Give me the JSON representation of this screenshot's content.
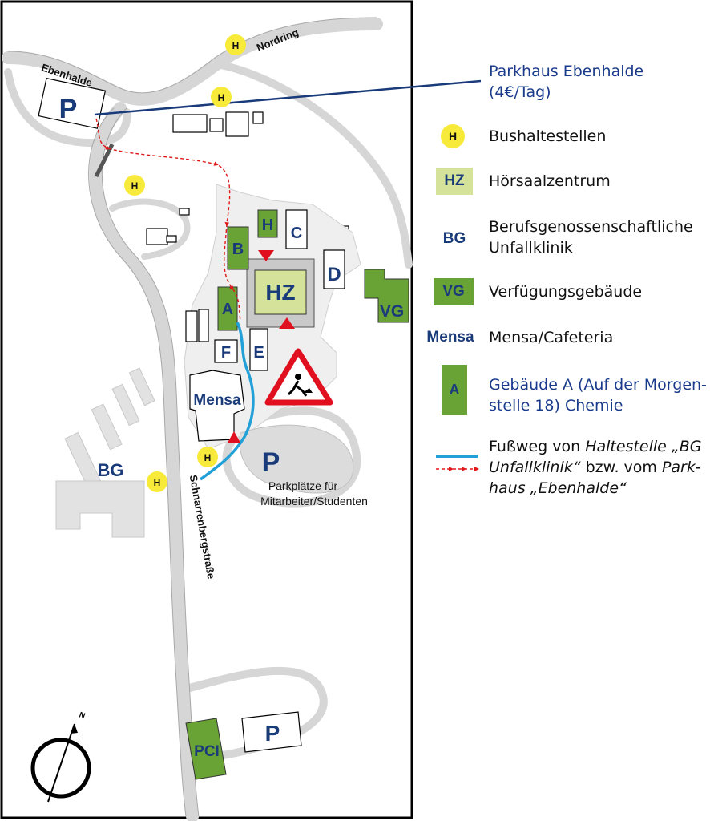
{
  "map": {
    "streets": {
      "nordring": "Nordring",
      "ebenhalde": "Ebenhalde",
      "schnarrenberg": "Schnarrenbergstraße"
    },
    "labels": {
      "parking_main": "P",
      "parking_lower": "P",
      "parking_pci": "P",
      "bus": "H",
      "building_a": "A",
      "building_b": "B",
      "building_c": "C",
      "building_d": "D",
      "building_e": "E",
      "building_f": "F",
      "building_h": "H",
      "hz": "HZ",
      "vg": "VG",
      "mensa": "Mensa",
      "bg": "BG",
      "pci": "PCI",
      "parking_note_line1": "Parkplätze für",
      "parking_note_line2": "Mitarbeiter/Studenten",
      "north": "N"
    },
    "colors": {
      "green": "#6aa335",
      "hz_fill": "#d4e29a",
      "navy": "#1a3b7a",
      "road": "#d9d9d9",
      "route_red": "#e01818",
      "route_blue": "#22a0d8",
      "warning_red": "#e0101e"
    }
  },
  "legend": {
    "parkhaus_line1": "Parkhaus Ebenhalde",
    "parkhaus_line2": "(4€/Tag)",
    "bus_symbol": "H",
    "bus_text": "Bushaltestellen",
    "hz_symbol": "HZ",
    "hz_text": "Hörsaalzentrum",
    "bg_symbol": "BG",
    "bg_text_line1": "Berufsgenossenschaftliche",
    "bg_text_line2": "Unfallklinik",
    "vg_symbol": "VG",
    "vg_text": "Verfügungsgebäude",
    "mensa_symbol": "Mensa",
    "mensa_text": "Mensa/Cafeteria",
    "a_symbol": "A",
    "a_text_line1": "Gebäude A (Auf der Morgen-",
    "a_text_line2": "stelle 18) Chemie",
    "route_line1_a": "Fußweg von ",
    "route_line1_b": "Haltestelle „BG",
    "route_line2_a": "Unfallklinik“",
    "route_line2_b": " bzw. vom ",
    "route_line2_c": "Park-",
    "route_line3": "haus „Ebenhalde“"
  }
}
